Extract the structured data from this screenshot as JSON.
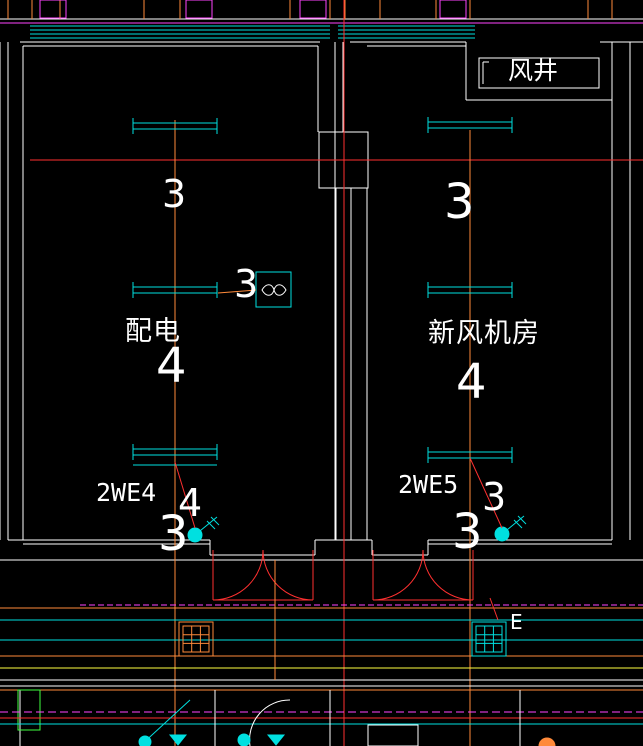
{
  "drawing": {
    "background": "#000000",
    "colors": {
      "wall": "#ffffff",
      "axis": "#ff3030",
      "cyan": "#00e0e0",
      "pipe": "#ff8a3a",
      "magenta": "#ff44ff",
      "yellow": "#ffff40",
      "green": "#40ff40",
      "door": "#ff3030"
    },
    "rooms": [
      {
        "id": "left",
        "name": "配电",
        "tag": "2WE4"
      },
      {
        "id": "right",
        "name": "新风机房",
        "tag": "2WE5"
      }
    ],
    "shaft_label": "风井",
    "e_label": "E",
    "annotations": {
      "left_top": "3",
      "left_fan": "3",
      "left_mid": "4",
      "left_bottom_a": "4",
      "left_bottom_b": "3",
      "right_top": "3",
      "right_mid": "4",
      "right_bottom_a": "3",
      "right_bottom_b": "3"
    },
    "icons": [
      "fan-coil-unit-icon",
      "sprinkler-head-icon",
      "floor-drain-icon"
    ]
  }
}
